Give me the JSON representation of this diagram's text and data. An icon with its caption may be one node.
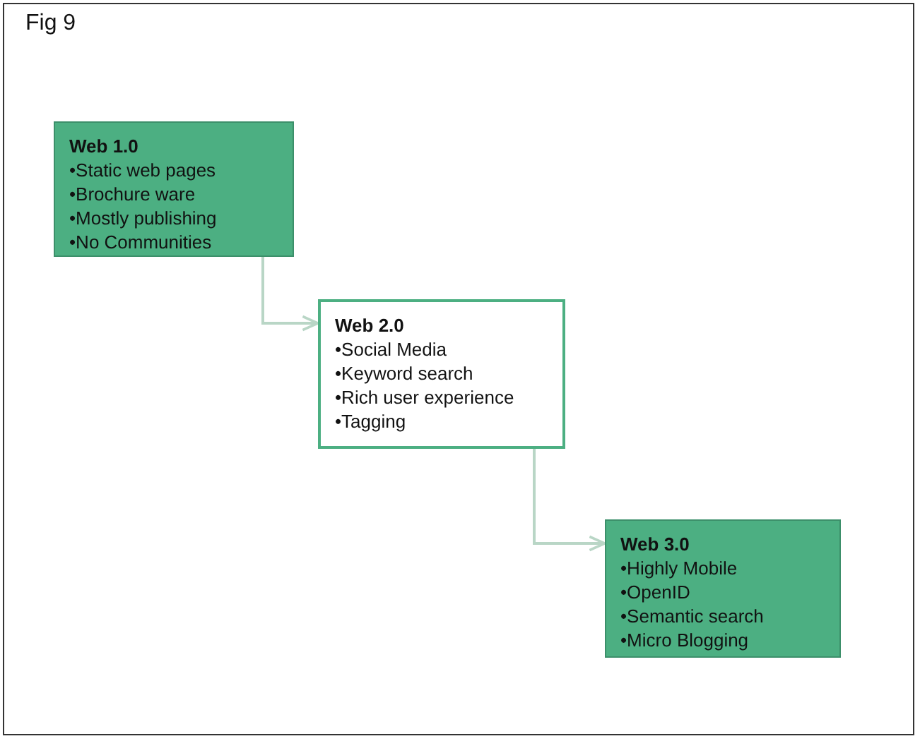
{
  "diagram": {
    "title": "Fig 9",
    "nodes": [
      {
        "text": [
          "Web 1.0",
          "•Static web pages",
          "•Brochure ware",
          "•Mostly publishing",
          "•No Communities"
        ]
      },
      {
        "text": [
          "Web 2.0",
          "•Social Media",
          "•Keyword search",
          "•Rich user experience",
          "•Tagging"
        ]
      },
      {
        "text": [
          "Web 3.0",
          "•Highly Mobile",
          "•OpenID",
          "•Semantic search",
          "•Micro Blogging"
        ]
      }
    ],
    "edges": [
      {
        "from": 0,
        "to": 1,
        "arrow": "to"
      },
      {
        "from": 1,
        "to": 2,
        "arrow": "to"
      }
    ]
  }
}
